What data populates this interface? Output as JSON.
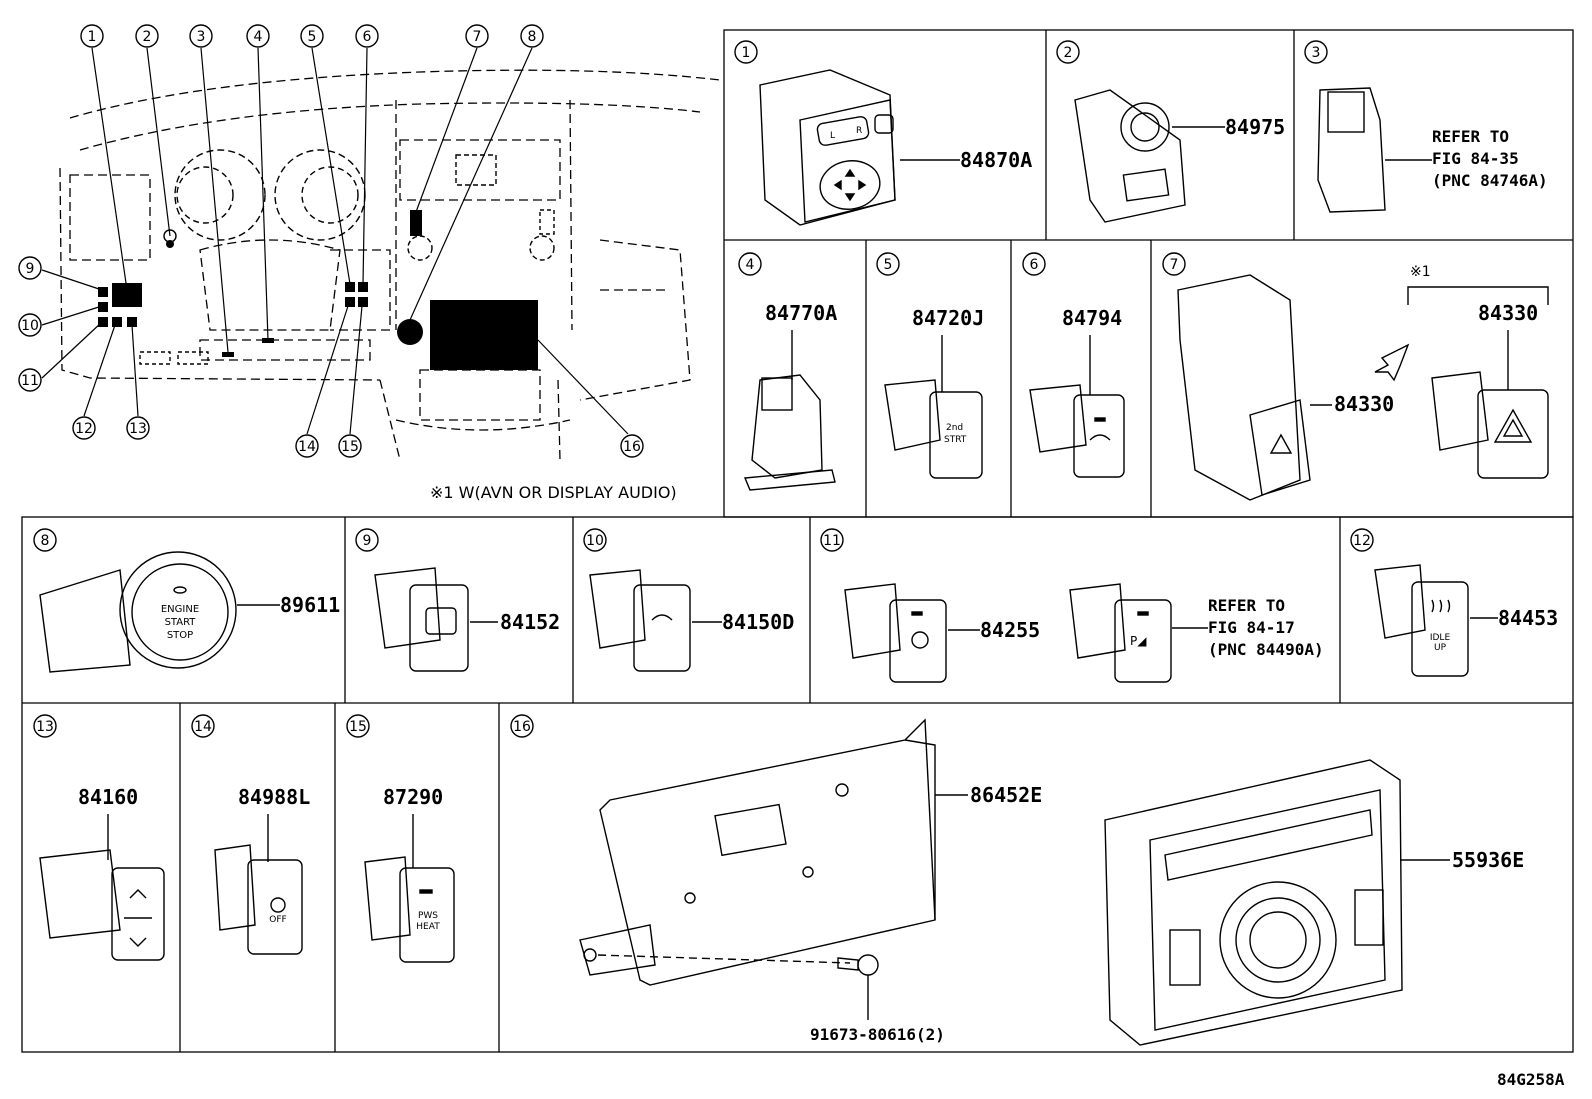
{
  "diagram": {
    "id": "84G258A",
    "note": "※1 W(AVN OR DISPLAY AUDIO)",
    "star_mark": "※1",
    "callout_numbers": [
      "1",
      "2",
      "3",
      "4",
      "5",
      "6",
      "7",
      "8",
      "9",
      "10",
      "11",
      "12",
      "13",
      "14",
      "15",
      "16"
    ],
    "panels": [
      {
        "num": "1",
        "parts": [
          "84870A"
        ]
      },
      {
        "num": "2",
        "parts": [
          "84975"
        ]
      },
      {
        "num": "3",
        "parts": [],
        "refer": [
          "REFER TO",
          "FIG 84-35",
          "(PNC 84746A)"
        ]
      },
      {
        "num": "4",
        "parts": [
          "84770A"
        ]
      },
      {
        "num": "5",
        "parts": [
          "84720J"
        ]
      },
      {
        "num": "6",
        "parts": [
          "84794"
        ]
      },
      {
        "num": "7",
        "parts": [
          "84330",
          "84330"
        ]
      },
      {
        "num": "8",
        "parts": [
          "89611"
        ]
      },
      {
        "num": "9",
        "parts": [
          "84152"
        ]
      },
      {
        "num": "10",
        "parts": [
          "84150D"
        ]
      },
      {
        "num": "11",
        "parts": [
          "84255"
        ],
        "refer": [
          "REFER TO",
          "FIG 84-17",
          "(PNC 84490A)"
        ]
      },
      {
        "num": "12",
        "parts": [
          "84453"
        ]
      },
      {
        "num": "13",
        "parts": [
          "84160"
        ]
      },
      {
        "num": "14",
        "parts": [
          "84988L"
        ]
      },
      {
        "num": "15",
        "parts": [
          "87290"
        ]
      },
      {
        "num": "16",
        "parts": [
          "86452E",
          "55936E",
          "91673-80616(2)"
        ]
      }
    ],
    "switch_labels": {
      "engine": [
        "ENGINE",
        "START",
        "STOP"
      ],
      "second_start": [
        "2nd",
        "STRT"
      ],
      "idle_up": [
        "IDLE",
        "UP"
      ],
      "pws_heat": [
        "PWS",
        "HEAT"
      ],
      "p_assist": "P◢",
      "mirror_l": "L",
      "mirror_r": "R",
      "off": "OFF"
    }
  }
}
